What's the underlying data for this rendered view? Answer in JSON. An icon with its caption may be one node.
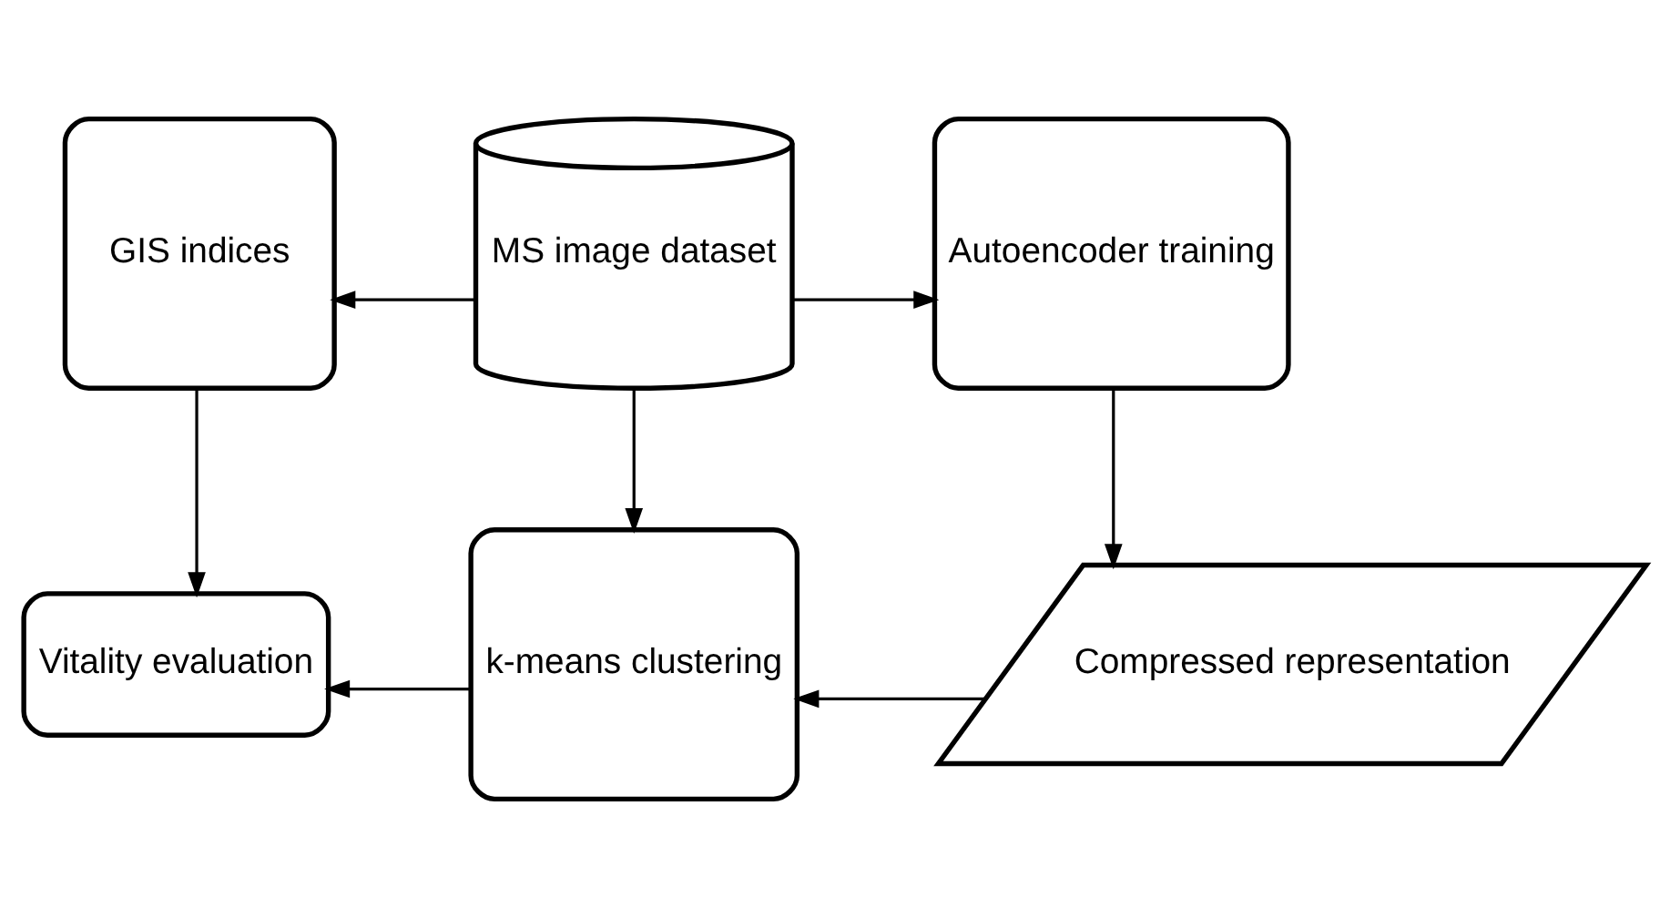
{
  "diagram": {
    "nodes": [
      {
        "text": [
          "GIS indices"
        ]
      },
      {
        "text": [
          "MS image dataset"
        ]
      },
      {
        "text": [
          "Autoencoder training"
        ]
      },
      {
        "text": [
          "Vitality evaluation"
        ]
      },
      {
        "text": [
          "k-means clustering"
        ]
      },
      {
        "text": [
          "Compressed representation"
        ]
      }
    ],
    "edges": [
      {
        "from": 1,
        "to": 0,
        "arrow": "to"
      },
      {
        "from": 1,
        "to": 2,
        "arrow": "to"
      },
      {
        "from": 1,
        "to": 4,
        "arrow": "to"
      },
      {
        "from": 0,
        "to": 3,
        "arrow": "to"
      },
      {
        "from": 2,
        "to": 5,
        "arrow": "to"
      },
      {
        "from": 5,
        "to": 4,
        "arrow": "to"
      },
      {
        "from": 4,
        "to": 3,
        "arrow": "to"
      }
    ]
  }
}
